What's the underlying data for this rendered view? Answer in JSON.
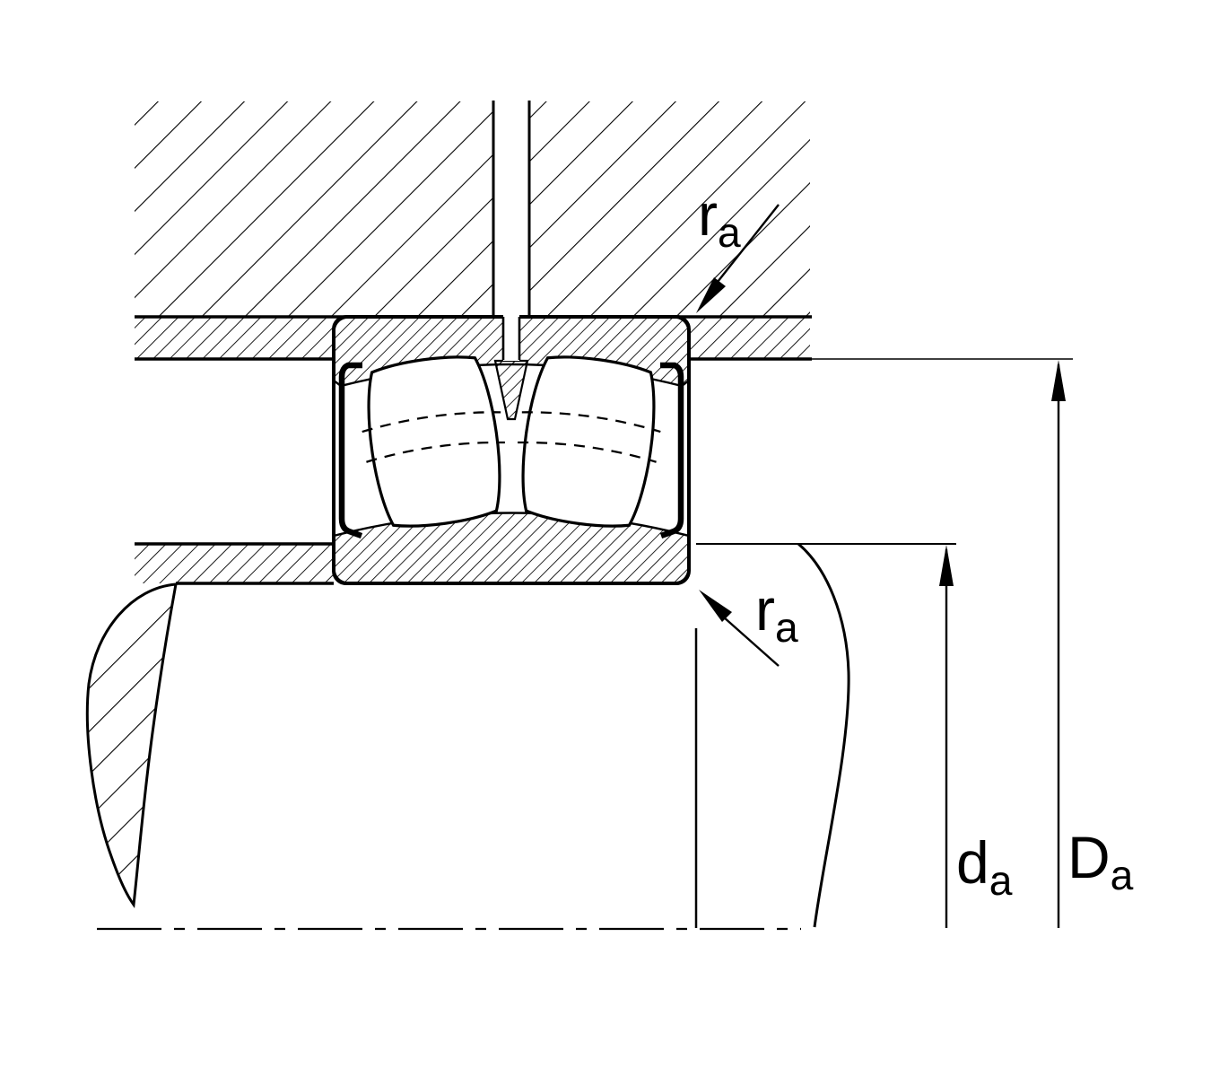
{
  "figure": {
    "colors": {
      "line": "#000000",
      "background": "#ffffff"
    },
    "labels": {
      "ra_top": {
        "main": "r",
        "sub": "a"
      },
      "ra_bottom": {
        "main": "r",
        "sub": "a"
      },
      "da": {
        "main": "d",
        "sub": "a"
      },
      "Da": {
        "main": "D",
        "sub": "a"
      }
    }
  }
}
